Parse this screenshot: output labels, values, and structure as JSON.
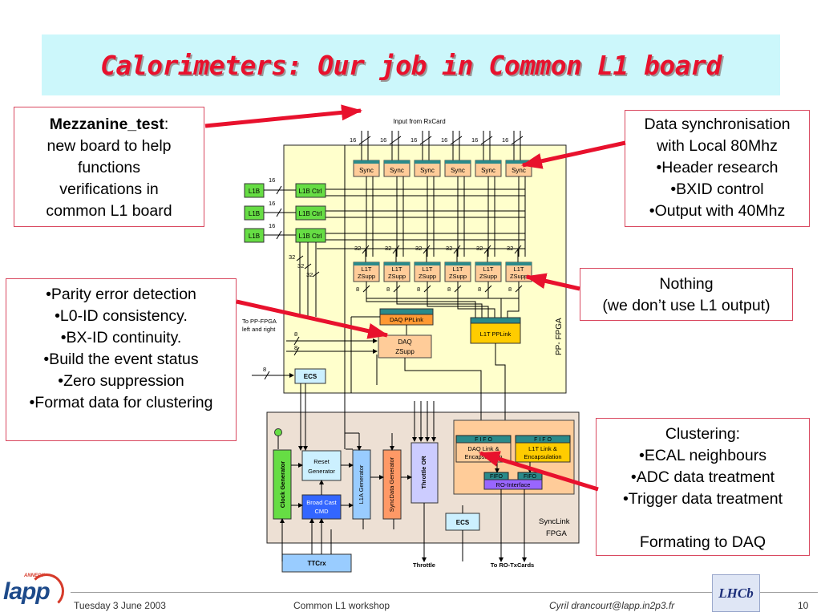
{
  "slide": {
    "title": "Calorimeters: Our job in Common L1 board",
    "footer": {
      "date": "Tuesday 3 June 2003",
      "event": "Common L1 workshop",
      "author": "Cyril drancourt@lapp.in2p3.fr",
      "page": "10"
    },
    "logos": {
      "left_small": "ANNECY",
      "left": "lapp",
      "right": "LHCb"
    }
  },
  "notes": {
    "mezzanine": {
      "title": "Mezzanine_test",
      "title_suffix": ":",
      "lines": [
        "new board to help",
        "functions",
        "verifications in",
        "common L1 board"
      ]
    },
    "sync": {
      "lines": [
        "Data synchronisation",
        "with Local 80Mhz",
        "•Header research",
        "•BXID control",
        "•Output with 40Mhz"
      ]
    },
    "parity": {
      "lines": [
        "•Parity error detection",
        "•L0-ID consistency.",
        "•BX-ID continuity.",
        "•Build the event status",
        "•Zero suppression",
        "•Format data for clustering"
      ]
    },
    "nothing": {
      "lines": [
        "Nothing",
        "(we don’t use L1 output)"
      ]
    },
    "clustering": {
      "lines": [
        "Clustering:",
        "•ECAL neighbours",
        "•ADC data treatment",
        "•Trigger data treatment",
        "",
        "Formating to DAQ"
      ]
    }
  },
  "diagram": {
    "input_label": "Input from RxCard",
    "bus16": "16",
    "bus32": "32",
    "bus8": "8",
    "sync": "Sync",
    "l1b": "L1B",
    "l1b_ctrl": "L1B Ctrl",
    "l1t_line1": "L1T",
    "l1t_line2": "ZSupp",
    "daq_pplink": "DAQ PPLink",
    "daq_line1": "DAQ",
    "daq_line2": "ZSupp",
    "l1t_pplink": "L1T PPLink",
    "pp_fpga": "PP- FPGA",
    "to_pp_line1": "To PP-FPGA",
    "to_pp_line2": "left and right",
    "ecs": "ECS",
    "clock_gen": "Clock Generator",
    "reset_line1": "Reset",
    "reset_line2": "Generator",
    "broadcast_line1": "Broad Cast",
    "broadcast_line2": "CMD",
    "l1a_gen": "L1A Generator",
    "syncdata_gen": "SyncData Generator",
    "throttle_or": "Throttle OR",
    "fifo": "F I F O",
    "daq_link_line1": "DAQ Link &",
    "daq_link_line2": "Encapsulation",
    "l1t_link_line1": "L1T Link &",
    "l1t_link_line2": "Encapsulation",
    "fifo_small": "FIFO",
    "ro_interface": "RO-Interface",
    "synclink_line1": "SyncLink",
    "synclink_line2": "FPGA",
    "ttcrx": "TTCrx",
    "throttle": "Throttle",
    "to_ro": "To RO-TxCards"
  },
  "colors": {
    "title": "#e8112d",
    "title_band": "#ccf7fb",
    "pp_fpga_bg": "#ffffcc",
    "synclink_bg": "#ede0d4",
    "sync_block": "#ffcc99",
    "l1b_green": "#66dd44",
    "daq_link_orange": "#ffcc99",
    "l1t_link_yellow": "#ffcc00",
    "ro_interface": "#9966ff",
    "pointer_arrow": "#e8112d"
  }
}
